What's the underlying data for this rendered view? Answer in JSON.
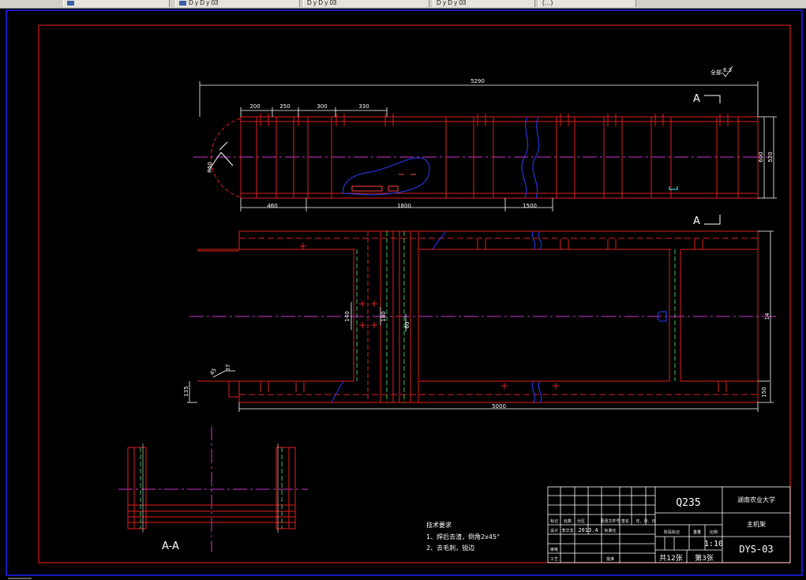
{
  "taskbar": {
    "items": [
      {
        "label": "",
        "icon": "window-icon"
      },
      {
        "label": "D y D y 03",
        "icon": "window-icon"
      },
      {
        "label": "D y D y 03",
        "icon": ""
      },
      {
        "label": "D y D y 03",
        "icon": ""
      },
      {
        "label": "(…)",
        "icon": ""
      }
    ]
  },
  "drawing": {
    "top_view": {
      "section_marker_top": "A",
      "section_marker_bottom": "A",
      "roughness_label": "全部",
      "roughness_value": "6.3",
      "dims": {
        "overall_length": "5290",
        "d200": "200",
        "d250": "250",
        "d300": "300",
        "d330": "330",
        "d460": "460",
        "d1800": "1800",
        "d1500": "1500",
        "d600": "600",
        "d520": "520",
        "radius": "R50"
      }
    },
    "plan_view": {
      "dims": {
        "overall_length": "5000",
        "d150": "150",
        "d140": "140",
        "d180": "180",
        "d60": "60",
        "d135": "135",
        "d37": "37",
        "d45": "45",
        "height": "14"
      }
    },
    "section_view": {
      "label": "A-A"
    },
    "tech_notes": {
      "title": "技术要求",
      "items": [
        "1、焊后去渣，倒角2x45°",
        "2、去毛刺，锐边"
      ]
    },
    "title_block": {
      "material": "Q235",
      "school": "湖南农业大学",
      "part_name": "主机架",
      "drawing_no": "DYS-03",
      "scale": "1:10",
      "sheets_total_label": "共12张",
      "sheet_no_label": "第3张",
      "date": "2013.4",
      "designer": "李华龙",
      "headers": [
        "标记",
        "处数",
        "分区",
        "更改文件号",
        "签名",
        "年、月、日"
      ],
      "row_design": "设计",
      "row_standard": "标准化",
      "row_check": "审核",
      "row_process": "工艺",
      "row_approve": "批准",
      "stage_label": "阶段标记",
      "weight_label": "重量",
      "scale_label": "比例"
    }
  }
}
